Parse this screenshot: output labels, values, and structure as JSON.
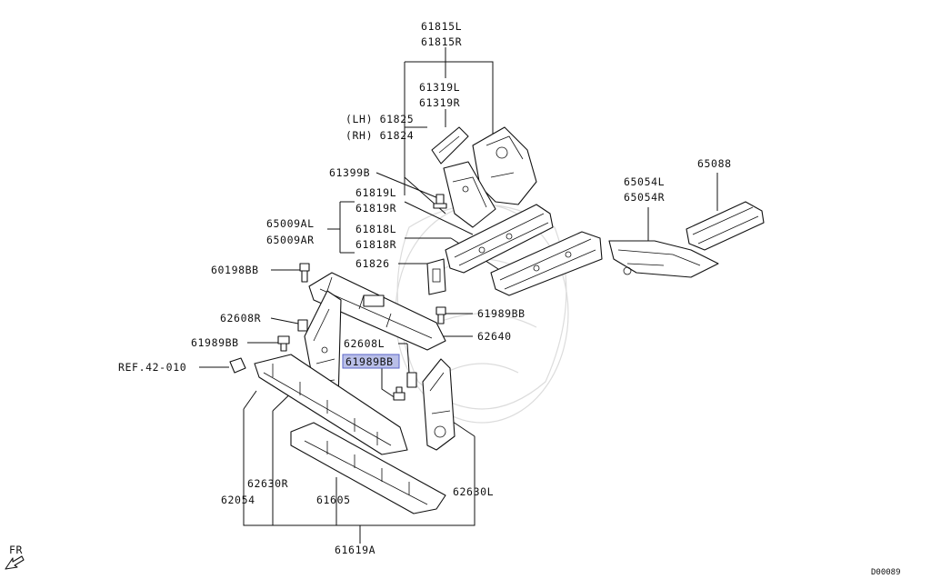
{
  "callouts": {
    "p61815L": "61815L",
    "p61815R": "61815R",
    "p61319L": "61319L",
    "p61319R": "61319R",
    "lh61825": "(LH) 61825",
    "rh61824": "(RH) 61824",
    "p61399B": "61399B",
    "p61819L": "61819L",
    "p61819R": "61819R",
    "p65009AL": "65009AL",
    "p65009AR": "65009AR",
    "p61818L": "61818L",
    "p61818R": "61818R",
    "p61826": "61826",
    "p60198BB": "60198BB",
    "p62608R": "62608R",
    "p61989BB_right": "61989BB",
    "p61989BB_left": "61989BB",
    "p62640": "62640",
    "p62608L": "62608L",
    "p61989BB_hl": "61989BB",
    "ref42010": "REF.42-010",
    "p65054L": "65054L",
    "p65054R": "65054R",
    "p65088": "65088",
    "p62630R": "62630R",
    "p62054": "62054",
    "p61605": "61605",
    "p62630L": "62630L",
    "p61619A": "61619A"
  },
  "direction_label": "FR",
  "diagram_id": "D00089",
  "highlight_color": "#b9bfe8"
}
